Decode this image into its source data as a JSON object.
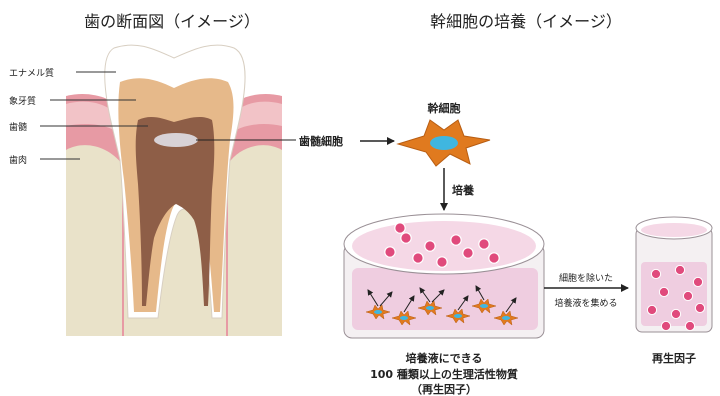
{
  "left_panel": {
    "title": "歯の断面図（イメージ）",
    "labels": {
      "enamel": "エナメル質",
      "dentin": "象牙質",
      "pulp": "歯髄",
      "gum": "歯肉"
    }
  },
  "right_panel": {
    "title": "幹細胞の培養（イメージ）",
    "pulp_cells": "歯髄細胞",
    "stem_cell": "幹細胞",
    "culture": "培養",
    "transfer_line1": "細胞を除いた",
    "transfer_line2": "培養液を集める",
    "dish_caption_line1": "培養液にできる",
    "dish_caption_line2": "100 種類以上の生理活性物質",
    "dish_caption_line3": "（再生因子）",
    "factor_label": "再生因子"
  },
  "colors": {
    "bone": "#e9e2c9",
    "gum": "#e79aa4",
    "gum_light": "#f2c3c7",
    "enamel": "#ffffff",
    "dentin": "#e6b98a",
    "pulp": "#8e5e47",
    "stem_cell": "#e07a1f",
    "nucleus": "#3fb6e0",
    "factor_dot": "#e04a7c",
    "medium": "#efcde0"
  }
}
